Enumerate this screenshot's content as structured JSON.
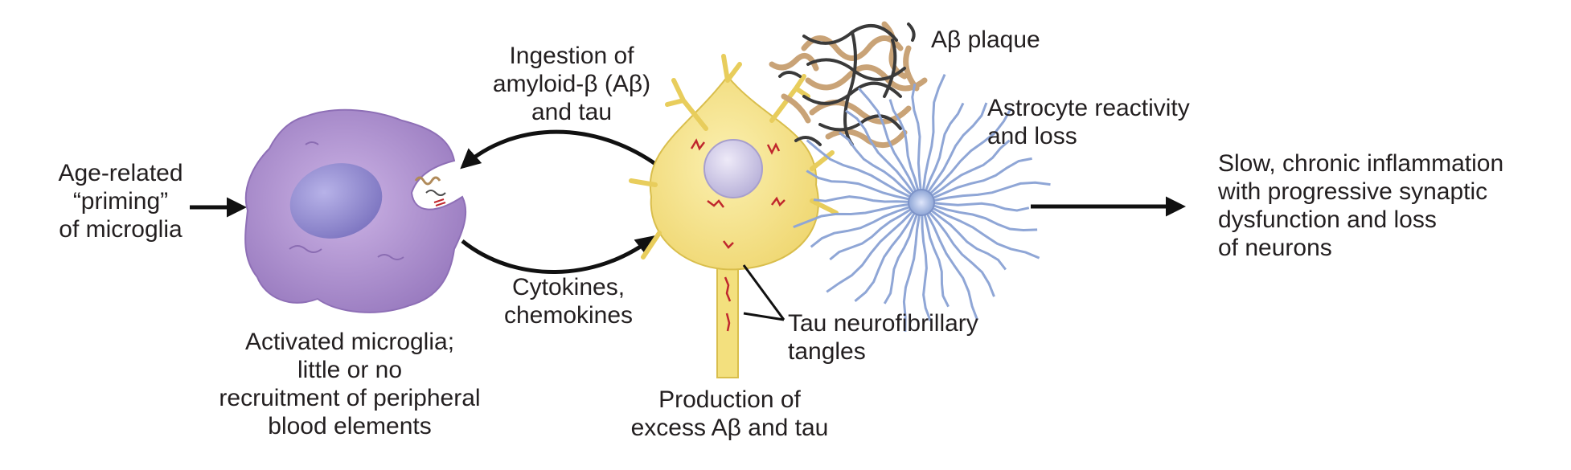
{
  "labels": {
    "priming": [
      "Age-related",
      "“priming”",
      "of microglia"
    ],
    "ingestion": [
      "Ingestion of",
      "amyloid-β (Aβ)",
      "and tau"
    ],
    "cytokines": [
      "Cytokines,",
      "chemokines"
    ],
    "microglia": [
      "Activated microglia;",
      "little or no",
      "recruitment of peripheral",
      "blood elements"
    ],
    "production": [
      "Production of",
      "excess Aβ and tau"
    ],
    "tangles": [
      "Tau neurofibrillary",
      "tangles"
    ],
    "plaque": "Aβ plaque",
    "astrocyte": [
      "Astrocyte reactivity",
      "and loss"
    ],
    "inflammation": [
      "Slow, chronic inflammation",
      "with progressive synaptic",
      "dysfunction and loss",
      "of neurons"
    ]
  },
  "colors": {
    "text": "#231f20",
    "arrow": "#111111",
    "microglia": "#b79ad4",
    "microglia_nucleus": "#8d86cc",
    "neuron": "#f6e48a",
    "neuron_nucleus": "#d6d0ea",
    "tangle": "#c0272d",
    "astrocyte": "#8fa6d6",
    "plaque_tan": "#c9a377",
    "plaque_dark": "#3a3a3a"
  }
}
